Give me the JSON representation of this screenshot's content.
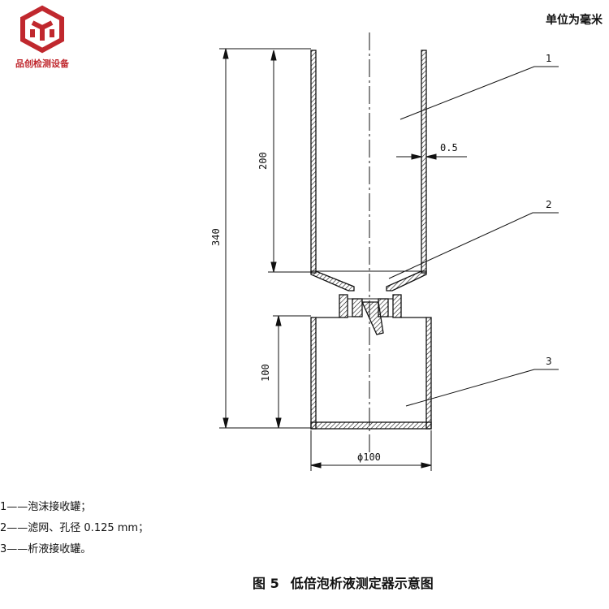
{
  "logo": {
    "text": "品创检测设备"
  },
  "unit_note": "单位为毫米",
  "dimensions": {
    "total_height": "340",
    "upper_height": "200",
    "lower_height": "100",
    "diameter": "ϕ100",
    "wall": "0.5"
  },
  "callouts": [
    "1",
    "2",
    "3"
  ],
  "legend": [
    {
      "num": "1",
      "dash": "——",
      "text": "泡沫接收罐；"
    },
    {
      "num": "2",
      "dash": "——",
      "text": "滤网、孔径 0.125 mm；"
    },
    {
      "num": "3",
      "dash": "——",
      "text": "析液接收罐。"
    }
  ],
  "caption": {
    "figure": "图 5",
    "title": "低倍泡析液测定器示意图"
  }
}
